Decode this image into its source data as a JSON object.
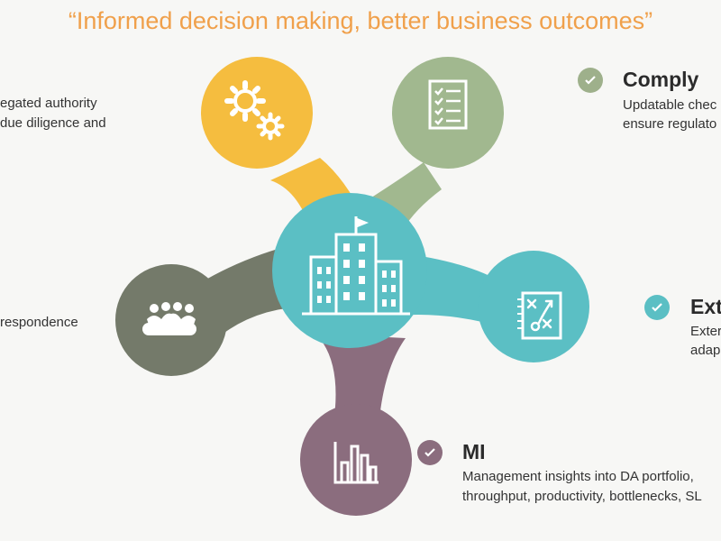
{
  "headline": "“Informed decision making, better business outcomes”",
  "items": {
    "delegated": {
      "desc_line1": "egated authority",
      "desc_line2": "due diligence and"
    },
    "correspondence": {
      "desc_line1": "respondence"
    },
    "comply": {
      "title": "Comply",
      "desc_line1": "Updatable chec",
      "desc_line2": "ensure regulato"
    },
    "ext": {
      "title": "Ext",
      "desc_line1": "Exter",
      "desc_line2": "adap"
    },
    "mi": {
      "title": "MI",
      "desc_line1": "Management insights into DA portfolio,",
      "desc_line2": "throughput, productivity, bottlenecks, SL"
    }
  },
  "icons": {
    "center": "building-flag-icon",
    "top_left": "gears-icon",
    "top_right": "checklist-icon",
    "left": "meeting-group-icon",
    "right": "strategy-board-icon",
    "bottom": "bar-chart-icon",
    "bullet": "check-circle-icon"
  },
  "colors": {
    "headline": "#f0a04b",
    "center": "#5bbfc4",
    "top_left": "#f5bd3f",
    "top_right": "#a1b88f",
    "left": "#747a6a",
    "right": "#5bbfc4",
    "bottom": "#8b6d7e",
    "check_green": "#9eb08b",
    "check_teal": "#5bbfc4",
    "check_mauve": "#8b6d7e"
  }
}
